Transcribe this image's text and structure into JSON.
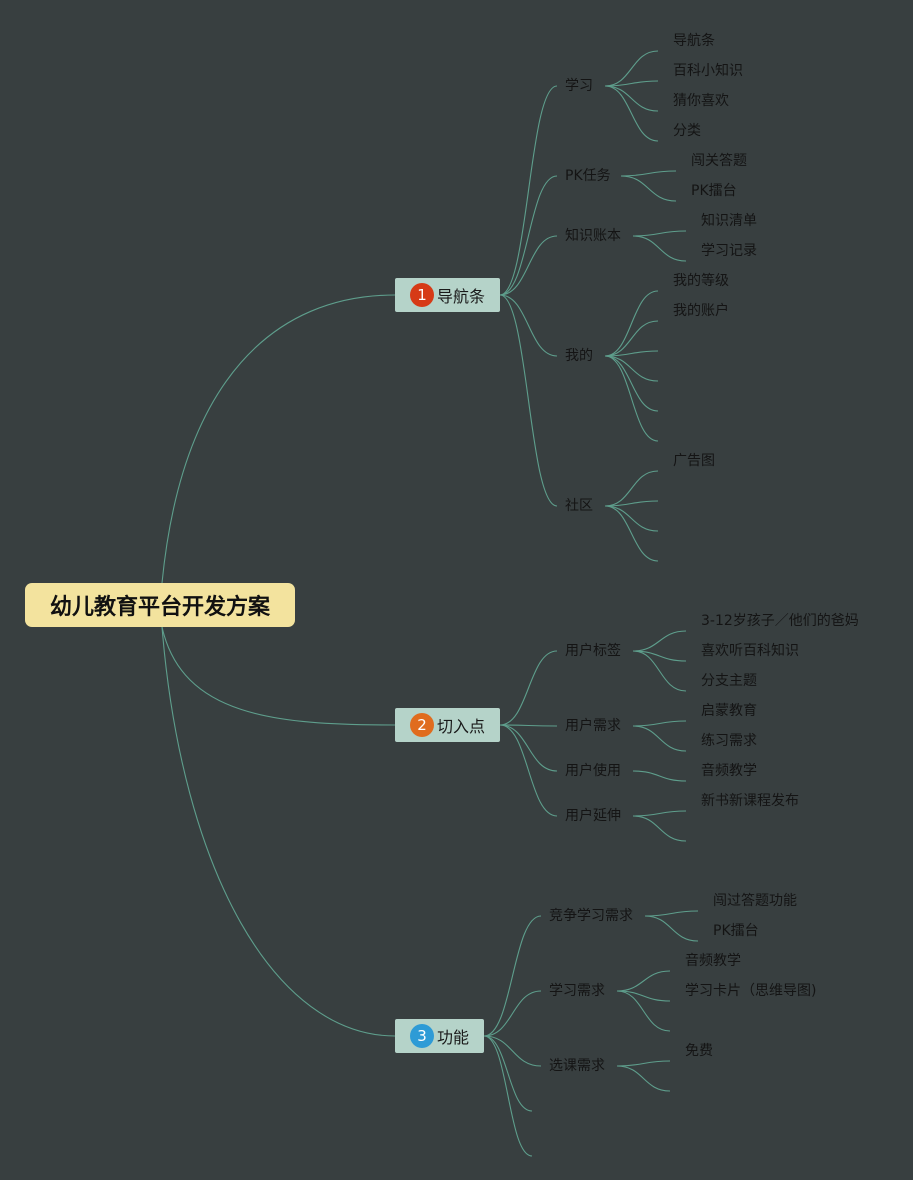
{
  "root": {
    "title": "幼儿教育平台开发方案"
  },
  "colors": {
    "background": "#383f40",
    "link": "#5e9e8c",
    "root_fill": "#f3e39e",
    "topic_fill": "#b5d3c9"
  },
  "topics": [
    {
      "badge": "1",
      "badge_color": "#d63a16",
      "label": "导航条",
      "children": [
        {
          "label": "学习",
          "children": [
            "导航条",
            "百科小知识",
            "猜你喜欢",
            "分类"
          ]
        },
        {
          "label": "PK任务",
          "children": [
            "闯关答题",
            "PK擂台"
          ]
        },
        {
          "label": "知识账本",
          "children": [
            "知识清单",
            "学习记录"
          ]
        },
        {
          "label": "我的",
          "children": [
            "我的等级",
            "我的账户",
            "",
            "",
            "",
            ""
          ]
        },
        {
          "label": "社区",
          "children": [
            "广告图",
            "",
            "",
            ""
          ]
        }
      ]
    },
    {
      "badge": "2",
      "badge_color": "#e06c1e",
      "label": "切入点",
      "children": [
        {
          "label": "用户标签",
          "children": [
            "3-12岁孩子／他们的爸妈",
            "喜欢听百科知识",
            "分支主题"
          ]
        },
        {
          "label": "用户需求",
          "children": [
            "启蒙教育",
            "练习需求"
          ]
        },
        {
          "label": "用户使用",
          "children": [
            "音频教学"
          ]
        },
        {
          "label": "用户延伸",
          "children": [
            "新书新课程发布",
            ""
          ]
        }
      ]
    },
    {
      "badge": "3",
      "badge_color": "#2e9bd6",
      "label": "功能",
      "children": [
        {
          "label": "竞争学习需求",
          "children": [
            "闯过答题功能",
            "PK擂台"
          ]
        },
        {
          "label": "学习需求",
          "children": [
            "音频教学",
            "学习卡片（思维导图)",
            ""
          ]
        },
        {
          "label": "选课需求",
          "children": [
            "免费",
            ""
          ]
        },
        {
          "label": "",
          "children": []
        },
        {
          "label": "",
          "children": []
        }
      ]
    }
  ]
}
